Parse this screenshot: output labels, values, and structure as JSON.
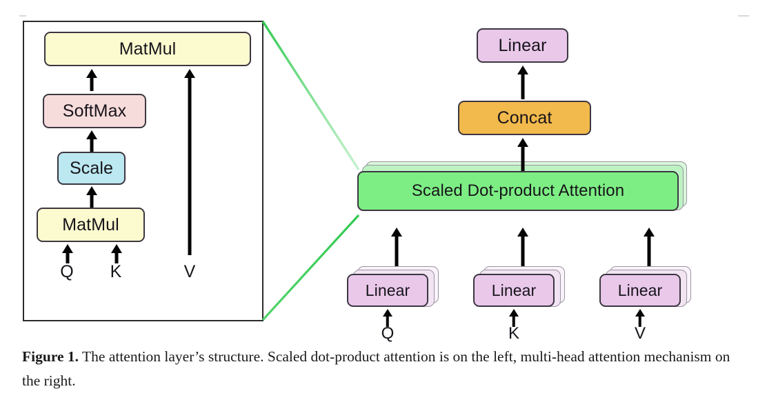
{
  "figure": {
    "caption_number": "Figure 1.",
    "caption_text": "The attention layer’s structure. Scaled dot-product attention is on the left, multi-head attention mechanism on the right."
  },
  "colors": {
    "matmul_yellow": "#fcfbcf",
    "softmax_pink": "#f7dcdc",
    "scale_blue": "#bce8f1",
    "linear_purple": "#e9c8ea",
    "concat_orange": "#f2b94c",
    "attention_green": "#7dee84",
    "ghost_green": "#cdf5cf",
    "ghost_purple": "#f2e4f3",
    "node_border": "#3b3640",
    "arrow_black": "#050505",
    "connector_green": "#2fc94f",
    "panel_border": "#2b2b2b"
  },
  "left_panel": {
    "name": "scaled-dot-product-attention-detail",
    "nodes": [
      {
        "id": "matmul-top",
        "label": "MatMul",
        "color_key": "matmul_yellow"
      },
      {
        "id": "softmax",
        "label": "SoftMax",
        "color_key": "softmax_pink"
      },
      {
        "id": "scale",
        "label": "Scale",
        "color_key": "scale_blue"
      },
      {
        "id": "matmul-bottom",
        "label": "MatMul",
        "color_key": "matmul_yellow"
      }
    ],
    "inputs": [
      {
        "id": "q",
        "label": "Q"
      },
      {
        "id": "k",
        "label": "K"
      },
      {
        "id": "v",
        "label": "V"
      }
    ]
  },
  "right_panel": {
    "name": "multi-head-attention",
    "nodes": [
      {
        "id": "linear-out",
        "label": "Linear",
        "color_key": "linear_purple",
        "stacked": false
      },
      {
        "id": "concat",
        "label": "Concat",
        "color_key": "concat_orange",
        "stacked": false
      },
      {
        "id": "attention",
        "label": "Scaled Dot-product Attention",
        "color_key": "attention_green",
        "stacked": true
      },
      {
        "id": "linear-q",
        "label": "Linear",
        "color_key": "linear_purple",
        "stacked": true
      },
      {
        "id": "linear-k",
        "label": "Linear",
        "color_key": "linear_purple",
        "stacked": true
      },
      {
        "id": "linear-v",
        "label": "Linear",
        "color_key": "linear_purple",
        "stacked": true
      }
    ],
    "inputs": [
      {
        "id": "q",
        "label": "Q"
      },
      {
        "id": "k",
        "label": "K"
      },
      {
        "id": "v",
        "label": "V"
      }
    ]
  }
}
